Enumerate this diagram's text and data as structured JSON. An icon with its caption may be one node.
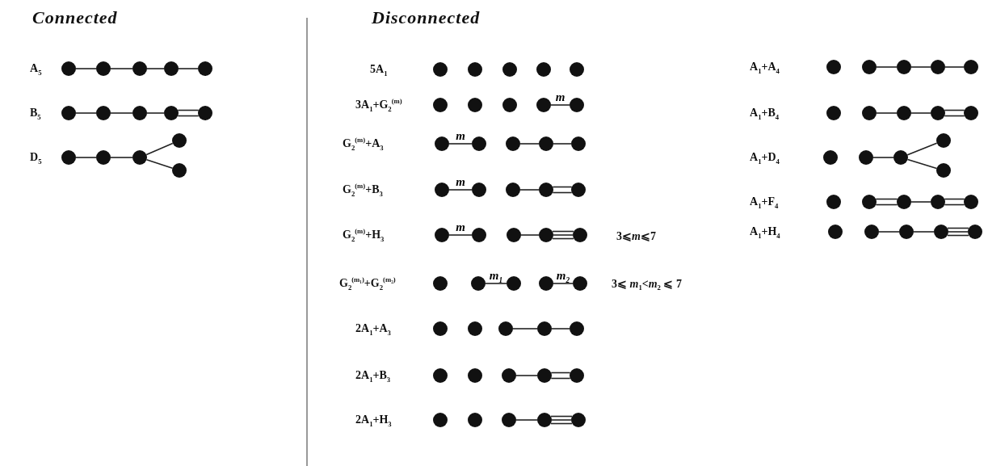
{
  "diagram": {
    "nodes": [
      {
        "text": [],
        "shape": "circle"
      },
      {
        "text": [],
        "shape": "circle"
      },
      {
        "text": [],
        "shape": "circle"
      },
      {
        "text": [],
        "shape": "circle"
      },
      {
        "text": [],
        "shape": "circle"
      },
      {
        "text": [],
        "shape": "circle"
      },
      {
        "text": [],
        "shape": "circle"
      },
      {
        "text": [],
        "shape": "circle"
      },
      {
        "text": [],
        "shape": "circle"
      },
      {
        "text": [],
        "shape": "circle"
      },
      {
        "text": [],
        "shape": "circle"
      },
      {
        "text": [],
        "shape": "circle"
      },
      {
        "text": [],
        "shape": "circle"
      },
      {
        "text": [],
        "shape": "circle"
      },
      {
        "text": [],
        "shape": "circle"
      },
      {
        "text": [],
        "shape": "circle"
      },
      {
        "text": [],
        "shape": "circle"
      },
      {
        "text": [],
        "shape": "circle"
      },
      {
        "text": [],
        "shape": "circle"
      },
      {
        "text": [],
        "shape": "circle"
      },
      {
        "text": [],
        "shape": "circle"
      },
      {
        "text": [],
        "shape": "circle"
      },
      {
        "text": [],
        "shape": "circle"
      },
      {
        "text": [],
        "shape": "circle"
      },
      {
        "text": [],
        "shape": "circle"
      },
      {
        "text": [],
        "shape": "circle"
      },
      {
        "text": [],
        "shape": "circle"
      },
      {
        "text": [],
        "shape": "circle"
      },
      {
        "text": [],
        "shape": "circle"
      },
      {
        "text": [],
        "shape": "circle"
      },
      {
        "text": [],
        "shape": "circle"
      },
      {
        "text": [],
        "shape": "circle"
      },
      {
        "text": [],
        "shape": "circle"
      },
      {
        "text": [],
        "shape": "circle"
      },
      {
        "text": [],
        "shape": "circle"
      },
      {
        "text": [],
        "shape": "circle"
      },
      {
        "text": [],
        "shape": "circle"
      },
      {
        "text": [],
        "shape": "circle"
      },
      {
        "text": [],
        "shape": "circle"
      },
      {
        "text": [],
        "shape": "circle"
      },
      {
        "text": [],
        "shape": "circle"
      },
      {
        "text": [],
        "shape": "circle"
      },
      {
        "text": [],
        "shape": "circle"
      },
      {
        "text": [],
        "shape": "circle"
      },
      {
        "text": [],
        "shape": "circle"
      },
      {
        "text": [],
        "shape": "circle"
      },
      {
        "text": [],
        "shape": "circle"
      },
      {
        "text": [],
        "shape": "circle"
      },
      {
        "text": [],
        "shape": "circle"
      },
      {
        "text": [],
        "shape": "circle"
      },
      {
        "text": [],
        "shape": "circle"
      },
      {
        "text": [],
        "shape": "circle"
      },
      {
        "text": [],
        "shape": "circle"
      },
      {
        "text": [],
        "shape": "circle"
      },
      {
        "text": [],
        "shape": "circle"
      },
      {
        "text": [],
        "shape": "circle"
      },
      {
        "text": [],
        "shape": "circle"
      },
      {
        "text": [],
        "shape": "circle"
      },
      {
        "text": [],
        "shape": "circle"
      },
      {
        "text": [],
        "shape": "circle"
      },
      {
        "text": [],
        "shape": "circle"
      },
      {
        "text": [],
        "shape": "circle"
      },
      {
        "text": [],
        "shape": "circle"
      },
      {
        "text": [],
        "shape": "circle"
      },
      {
        "text": [],
        "shape": "circle"
      },
      {
        "text": [],
        "shape": "circle"
      },
      {
        "text": [],
        "shape": "circle"
      },
      {
        "text": [],
        "shape": "circle"
      },
      {
        "text": [],
        "shape": "circle"
      },
      {
        "text": [],
        "shape": "circle"
      },
      {
        "text": [],
        "shape": "circle"
      },
      {
        "text": [],
        "shape": "circle"
      },
      {
        "text": [],
        "shape": "circle"
      },
      {
        "text": [],
        "shape": "circle"
      },
      {
        "text": [],
        "shape": "circle"
      },
      {
        "text": [],
        "shape": "circle"
      },
      {
        "text": [],
        "shape": "circle"
      },
      {
        "text": [],
        "shape": "circle"
      },
      {
        "text": [],
        "shape": "circle"
      },
      {
        "text": [],
        "shape": "circle"
      },
      {
        "text": [],
        "shape": "circle"
      },
      {
        "text": [],
        "shape": "circle"
      },
      {
        "text": [],
        "shape": "circle"
      },
      {
        "text": [],
        "shape": "circle"
      },
      {
        "text": [],
        "shape": "circle"
      }
    ],
    "edges": [
      {
        "from": 0,
        "to": 1,
        "arrow": "none"
      },
      {
        "from": 1,
        "to": 2,
        "arrow": "none"
      },
      {
        "from": 2,
        "to": 3,
        "arrow": "none"
      },
      {
        "from": 3,
        "to": 4,
        "arrow": "none"
      },
      {
        "from": 5,
        "to": 6,
        "arrow": "none"
      },
      {
        "from": 6,
        "to": 7,
        "arrow": "none"
      },
      {
        "from": 7,
        "to": 8,
        "arrow": "none"
      },
      {
        "from": 8,
        "to": 9,
        "arrow": "none"
      },
      {
        "from": 8,
        "to": 9,
        "arrow": "none"
      },
      {
        "from": 10,
        "to": 11,
        "arrow": "none"
      },
      {
        "from": 11,
        "to": 12,
        "arrow": "none"
      },
      {
        "from": 12,
        "to": 13,
        "arrow": "none"
      },
      {
        "from": 12,
        "to": 14,
        "arrow": "none"
      },
      {
        "from": 23,
        "to": 24,
        "arrow": "none",
        "label": "m"
      },
      {
        "from": 25,
        "to": 26,
        "arrow": "none",
        "label": "m"
      },
      {
        "from": 27,
        "to": 28,
        "arrow": "none"
      },
      {
        "from": 28,
        "to": 29,
        "arrow": "none"
      },
      {
        "from": 30,
        "to": 31,
        "arrow": "none",
        "label": "m"
      },
      {
        "from": 32,
        "to": 33,
        "arrow": "none"
      },
      {
        "from": 33,
        "to": 34,
        "arrow": "none"
      },
      {
        "from": 33,
        "to": 34,
        "arrow": "none"
      },
      {
        "from": 35,
        "to": 36,
        "arrow": "none",
        "label": "m"
      },
      {
        "from": 37,
        "to": 38,
        "arrow": "none"
      },
      {
        "from": 38,
        "to": 39,
        "arrow": "none"
      },
      {
        "from": 38,
        "to": 39,
        "arrow": "none"
      },
      {
        "from": 38,
        "to": 39,
        "arrow": "none"
      },
      {
        "from": 41,
        "to": 42,
        "arrow": "none",
        "label": "m$_{1}$"
      },
      {
        "from": 43,
        "to": 44,
        "arrow": "none",
        "label": "m$_{2}$"
      },
      {
        "from": 47,
        "to": 48,
        "arrow": "none"
      },
      {
        "from": 48,
        "to": 49,
        "arrow": "none"
      },
      {
        "from": 52,
        "to": 53,
        "arrow": "none"
      },
      {
        "from": 53,
        "to": 54,
        "arrow": "none"
      },
      {
        "from": 53,
        "to": 54,
        "arrow": "none"
      },
      {
        "from": 57,
        "to": 58,
        "arrow": "none"
      },
      {
        "from": 58,
        "to": 59,
        "arrow": "none"
      },
      {
        "from": 58,
        "to": 59,
        "arrow": "none"
      },
      {
        "from": 58,
        "to": 59,
        "arrow": "none"
      },
      {
        "from": 61,
        "to": 62,
        "arrow": "none"
      },
      {
        "from": 62,
        "to": 63,
        "arrow": "none"
      },
      {
        "from": 63,
        "to": 64,
        "arrow": "none"
      },
      {
        "from": 66,
        "to": 67,
        "arrow": "none"
      },
      {
        "from": 67,
        "to": 68,
        "arrow": "none"
      },
      {
        "from": 68,
        "to": 69,
        "arrow": "none"
      },
      {
        "from": 68,
        "to": 69,
        "arrow": "none"
      },
      {
        "from": 71,
        "to": 72,
        "arrow": "none"
      },
      {
        "from": 72,
        "to": 73,
        "arrow": "none"
      },
      {
        "from": 72,
        "to": 74,
        "arrow": "none"
      },
      {
        "from": 76,
        "to": 77,
        "arrow": "none"
      },
      {
        "from": 76,
        "to": 77,
        "arrow": "none"
      },
      {
        "from": 77,
        "to": 78,
        "arrow": "none"
      },
      {
        "from": 78,
        "to": 79,
        "arrow": "none"
      },
      {
        "from": 78,
        "to": 79,
        "arrow": "none"
      },
      {
        "from": 81,
        "to": 82,
        "arrow": "none"
      },
      {
        "from": 82,
        "to": 83,
        "arrow": "none"
      },
      {
        "from": 83,
        "to": 84,
        "arrow": "none"
      },
      {
        "from": 83,
        "to": 84,
        "arrow": "none"
      },
      {
        "from": 83,
        "to": 84,
        "arrow": "none"
      }
    ],
    "labels": [
      "Connected",
      "Disconnected",
      "A$_{5}$",
      "B$_{5}$",
      "D$_{5}$",
      "5A$_{1}$",
      "3A$_{1}$+G$_{2}$$^{(m)}$",
      "G$_{2}$$^{(m)}$+A$_{3}$",
      "G$_{2}$$^{(m)}$+B$_{3}$",
      "G$_{2}$$^{(m)}$+H$_{3}$",
      "3⩽*m*⩽7",
      "G$_{2}$$^{(m₁)}$+G$_{2}$$^{(m₂)}$",
      "3⩽ *m*$_{1}$<*m*$_{2}$ ⩽ 7",
      "2A$_{1}$+A$_{3}$",
      "2A$_{1}$+B$_{3}$",
      "2A$_{1}$+H$_{3}$",
      "A$_{1}$+A$_{4}$",
      "A$_{1}$+B$_{4}$",
      "A$_{1}$+D$_{4}$",
      "A$_{1}$+F$_{4}$",
      "A$_{1}$+H$_{4}$"
    ]
  }
}
